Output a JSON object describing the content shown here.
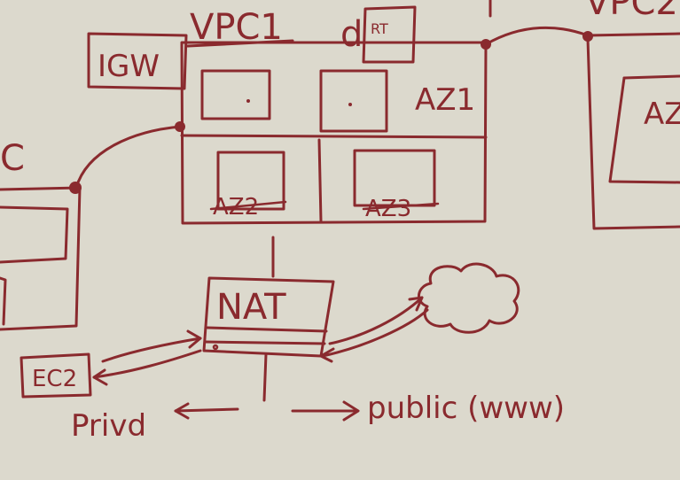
{
  "colors": {
    "background": "#dcd9cd",
    "ink": "#8a2a2e"
  },
  "labels": {
    "vpc1": "VPC1",
    "vpc2_partial": "VPC2",
    "vpc3_partial": "C",
    "igw": "IGW",
    "rt": "RT",
    "rt_prefix": "d",
    "az1": "AZ1",
    "az1_right_partial": "AZ",
    "az2": "AZ2",
    "az3": "AZ3",
    "nat": "NAT",
    "ec2": "EC2",
    "private": "Privd",
    "public": "public (www)"
  }
}
